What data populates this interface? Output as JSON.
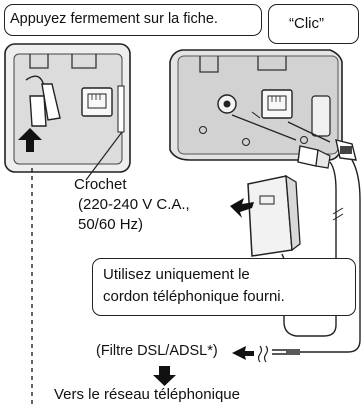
{
  "callouts": {
    "press_firmly": "Appuyez fermement sur la fiche.",
    "click": "“Clic”",
    "use_only_cord_line1": "Utilisez uniquement le",
    "use_only_cord_line2": "cordon téléphonique fourni."
  },
  "labels": {
    "hook": "Crochet",
    "voltage_line1": "(220-240 V C.A.,",
    "voltage_line2": "50/60 Hz)",
    "dsl_filter": "(Filtre DSL/ADSL*)",
    "to_network": "Vers le réseau téléphonique"
  },
  "icons": [
    "phone-jack-icon",
    "dc-jack-icon",
    "power-adapter-icon",
    "modular-plug-icon",
    "dc-plug-icon",
    "arrow-left-icon",
    "arrow-down-icon",
    "push-arrow-icon"
  ],
  "colors": {
    "line": "#222222",
    "device_fill": "#e6e6e6",
    "device_dark": "#bdbdbd",
    "background": "#ffffff"
  }
}
